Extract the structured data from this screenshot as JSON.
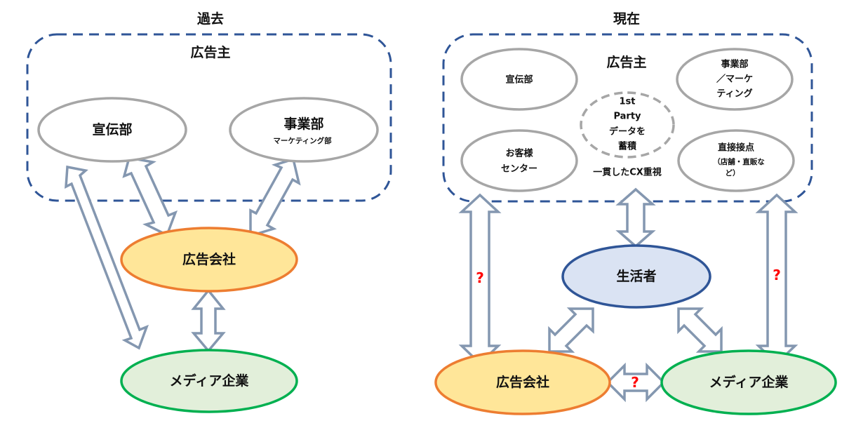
{
  "past": {
    "title": "過去",
    "advertiser_group": "広告主",
    "nodes": {
      "pr_dept": "宣伝部",
      "business_dept": "事業部",
      "business_dept_sub": "マーケティング部",
      "ad_agency": "広告会社",
      "media_company": "メディア企業"
    }
  },
  "present": {
    "title": "現在",
    "advertiser_group": "広告主",
    "nodes": {
      "pr_dept": "宣伝部",
      "business_dept_lines": [
        "事業部",
        "／マーケ",
        "ティング"
      ],
      "customer_center_lines": [
        "お客様",
        "センター"
      ],
      "direct_touchpoint": "直接接点",
      "direct_touchpoint_sub_lines": [
        "（店舗・直販な",
        "ど）"
      ],
      "first_party_lines": [
        "1st",
        "Party",
        "データを",
        "蓄積"
      ],
      "cx_focus": "一貫したCX重視",
      "consumer": "生活者",
      "ad_agency": "広告会社",
      "media_company": "メディア企業"
    },
    "uncertain_marks": {
      "advertiser_agency": "?",
      "advertiser_media": "?",
      "agency_media": "?"
    }
  },
  "colors": {
    "group_border": "#2F5597",
    "dept_border": "#A6A6A6",
    "arrow_stroke": "#8497B0",
    "agency_fill": "#FFE699",
    "agency_border": "#ED7D31",
    "media_fill": "#E2EFDA",
    "media_border": "#00B050",
    "consumer_fill": "#DAE3F3",
    "consumer_border": "#2F5597",
    "question_mark": "#FF0000"
  }
}
